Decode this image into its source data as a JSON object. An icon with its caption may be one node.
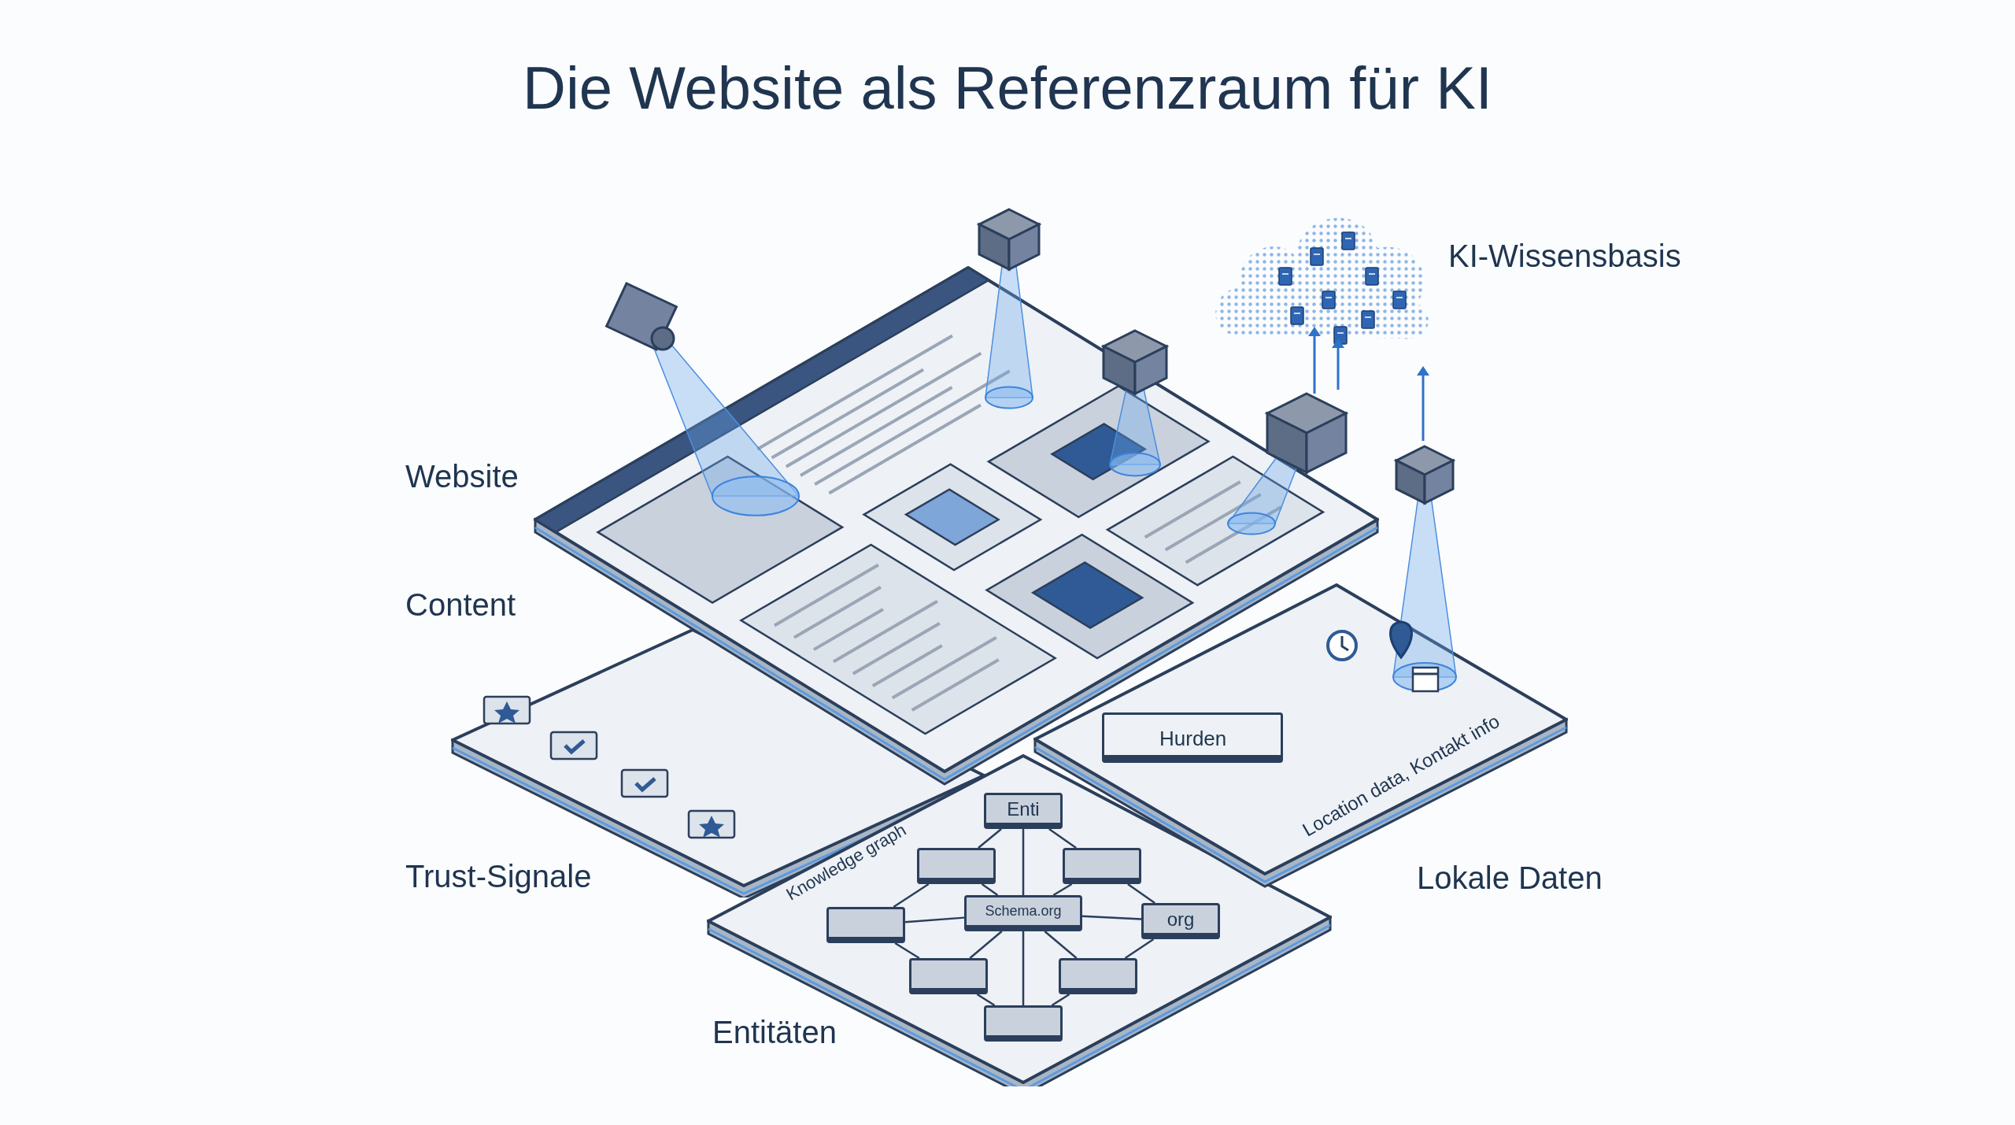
{
  "diagram": {
    "title": "Die Website als Referenzraum für KI",
    "nodes": [
      {
        "text": [
          "Website"
        ]
      },
      {
        "text": [
          "Trust-Signale"
        ]
      },
      {
        "text": [
          "Entitäten",
          "Knowledge graph"
        ]
      },
      {
        "text": [
          "Lokale Daten",
          "Location data, Kontakt info"
        ]
      },
      {
        "text": [
          "Hurden"
        ],
        "in": 3
      },
      {
        "text": [
          "KI-Wissensbasis"
        ]
      },
      {
        "text": [
          "Enti"
        ],
        "in": 2
      },
      {
        "text": [],
        "shape": "box",
        "in": 2
      },
      {
        "text": [],
        "shape": "box",
        "in": 2
      },
      {
        "text": [],
        "shape": "box",
        "in": 2
      },
      {
        "text": [
          "Schema.org"
        ],
        "in": 2
      },
      {
        "text": [
          "org"
        ],
        "in": 2
      },
      {
        "text": [],
        "shape": "box",
        "in": 2
      },
      {
        "text": [],
        "shape": "box",
        "in": 2
      },
      {
        "text": [],
        "shape": "box",
        "in": 2
      }
    ],
    "edges": [
      {
        "from": 10,
        "to": 6,
        "arrow": "none"
      },
      {
        "from": 10,
        "to": 7,
        "arrow": "none"
      },
      {
        "from": 10,
        "to": 8,
        "arrow": "none"
      },
      {
        "from": 10,
        "to": 9,
        "arrow": "none"
      },
      {
        "from": 10,
        "to": 11,
        "arrow": "none"
      },
      {
        "from": 10,
        "to": 12,
        "arrow": "none"
      },
      {
        "from": 10,
        "to": 13,
        "arrow": "none"
      },
      {
        "from": 10,
        "to": 14,
        "arrow": "none"
      },
      {
        "from": 6,
        "to": 7,
        "arrow": "none"
      },
      {
        "from": 6,
        "to": 8,
        "arrow": "none"
      },
      {
        "from": 7,
        "to": 9,
        "arrow": "none"
      },
      {
        "from": 8,
        "to": 11,
        "arrow": "none"
      },
      {
        "from": 9,
        "to": 12,
        "arrow": "none"
      },
      {
        "from": 11,
        "to": 13,
        "arrow": "none"
      },
      {
        "from": 12,
        "to": 14,
        "arrow": "none"
      },
      {
        "from": 13,
        "to": 14,
        "arrow": "none"
      }
    ],
    "labels": [
      "Content"
    ]
  }
}
